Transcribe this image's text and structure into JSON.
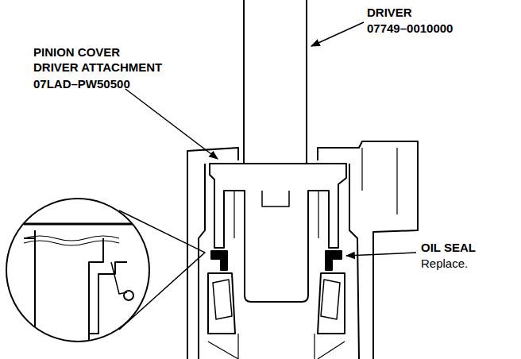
{
  "diagram": {
    "labels": [
      "DRIVER",
      "07749–0010000",
      "PINION COVER DRIVER ATTACHMENT",
      "07LAD–PW50500",
      "OIL SEAL",
      "Replace."
    ]
  }
}
